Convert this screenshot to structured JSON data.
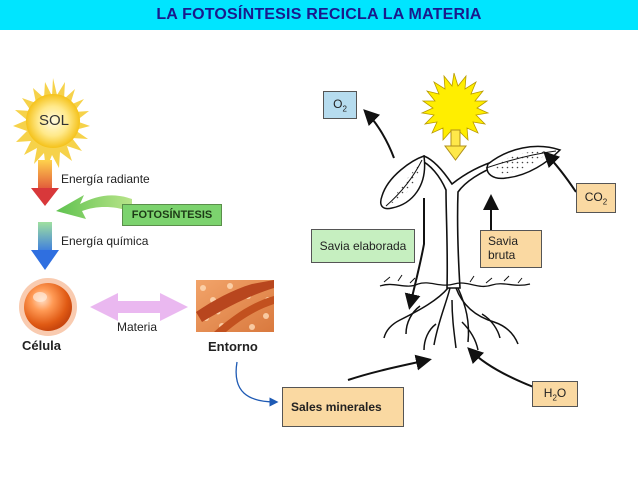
{
  "header": {
    "title": "LA FOTOSÍNTESIS RECICLA LA MATERIA"
  },
  "left_diagram": {
    "sun_label": "SOL",
    "radiant_energy": "Energía radiante",
    "photosynthesis": "FOTOSÍNTESIS",
    "chemical_energy": "Energía química",
    "matter": "Materia",
    "cell": "Célula",
    "environment": "Entorno"
  },
  "plant_diagram": {
    "oxygen": {
      "main": "O",
      "sub": "2"
    },
    "co2": {
      "main": "CO",
      "sub": "2"
    },
    "water": {
      "main": "H",
      "sub": "2",
      "tail": "O"
    },
    "elaborated_sap": "Savia elaborada",
    "raw_sap": [
      "Savia",
      "bruta"
    ],
    "mineral_salts": "Sales minerales"
  },
  "colors": {
    "banner_bg": "#00e5ff",
    "title_text": "#1a1a8c",
    "green_box": "#c6efc0",
    "tan_box": "#fad9a2",
    "blue_box": "#b6dcef",
    "photo_label_bg": "#7cd36e",
    "sun_yellow": "#ffee00"
  }
}
